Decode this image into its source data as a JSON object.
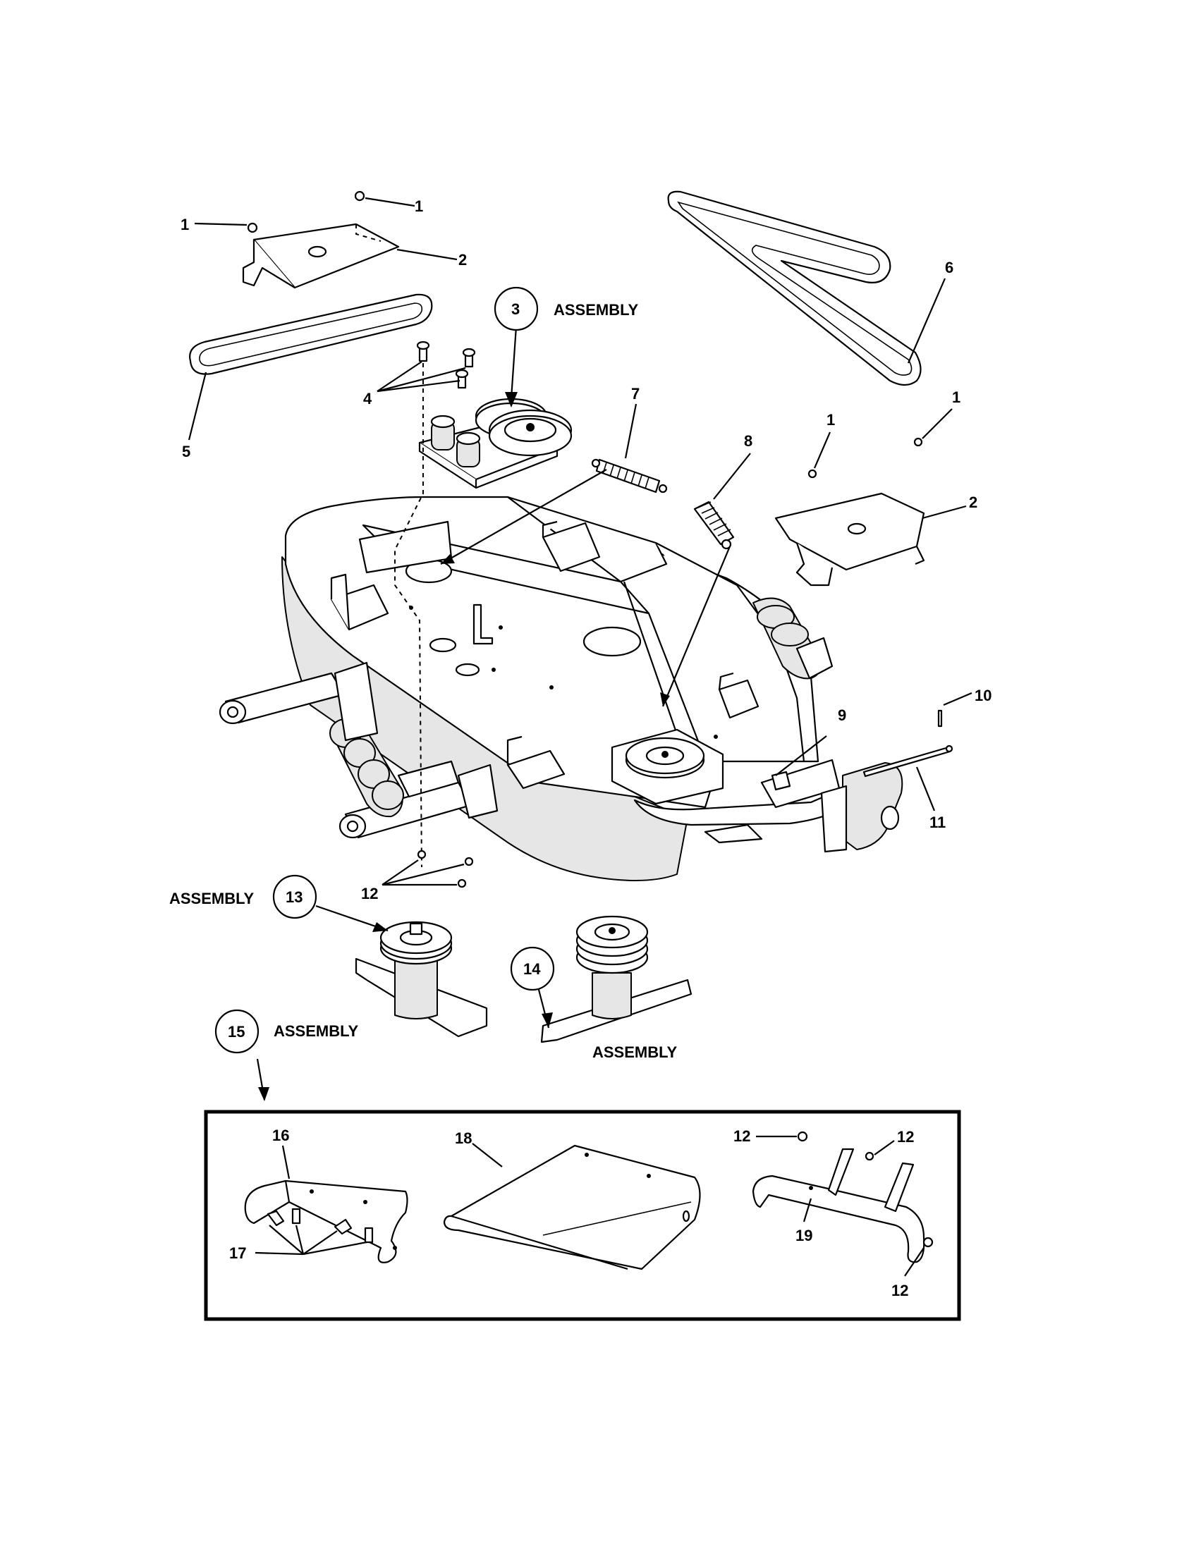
{
  "callouts": [
    {
      "id": "c1a",
      "text": "1"
    },
    {
      "id": "c1b",
      "text": "1"
    },
    {
      "id": "c2a",
      "text": "2"
    },
    {
      "id": "c5",
      "text": "5"
    },
    {
      "id": "c4",
      "text": "4"
    },
    {
      "id": "c3",
      "text": "3"
    },
    {
      "id": "c3asm",
      "text": "ASSEMBLY"
    },
    {
      "id": "c6",
      "text": "6"
    },
    {
      "id": "c7",
      "text": "7"
    },
    {
      "id": "c8",
      "text": "8"
    },
    {
      "id": "c1c",
      "text": "1"
    },
    {
      "id": "c1d",
      "text": "1"
    },
    {
      "id": "c2b",
      "text": "2"
    },
    {
      "id": "c9",
      "text": "9"
    },
    {
      "id": "c10",
      "text": "10"
    },
    {
      "id": "c11",
      "text": "11"
    },
    {
      "id": "c12a",
      "text": "12"
    },
    {
      "id": "c13asm",
      "text": "ASSEMBLY"
    },
    {
      "id": "c13",
      "text": "13"
    },
    {
      "id": "c14",
      "text": "14"
    },
    {
      "id": "c14asm",
      "text": "ASSEMBLY"
    },
    {
      "id": "c15",
      "text": "15"
    },
    {
      "id": "c15asm",
      "text": "ASSEMBLY"
    },
    {
      "id": "c16",
      "text": "16"
    },
    {
      "id": "c17",
      "text": "17"
    },
    {
      "id": "c18",
      "text": "18"
    },
    {
      "id": "c12b",
      "text": "12"
    },
    {
      "id": "c12c",
      "text": "12"
    },
    {
      "id": "c19",
      "text": "19"
    },
    {
      "id": "c12d",
      "text": "12"
    }
  ]
}
